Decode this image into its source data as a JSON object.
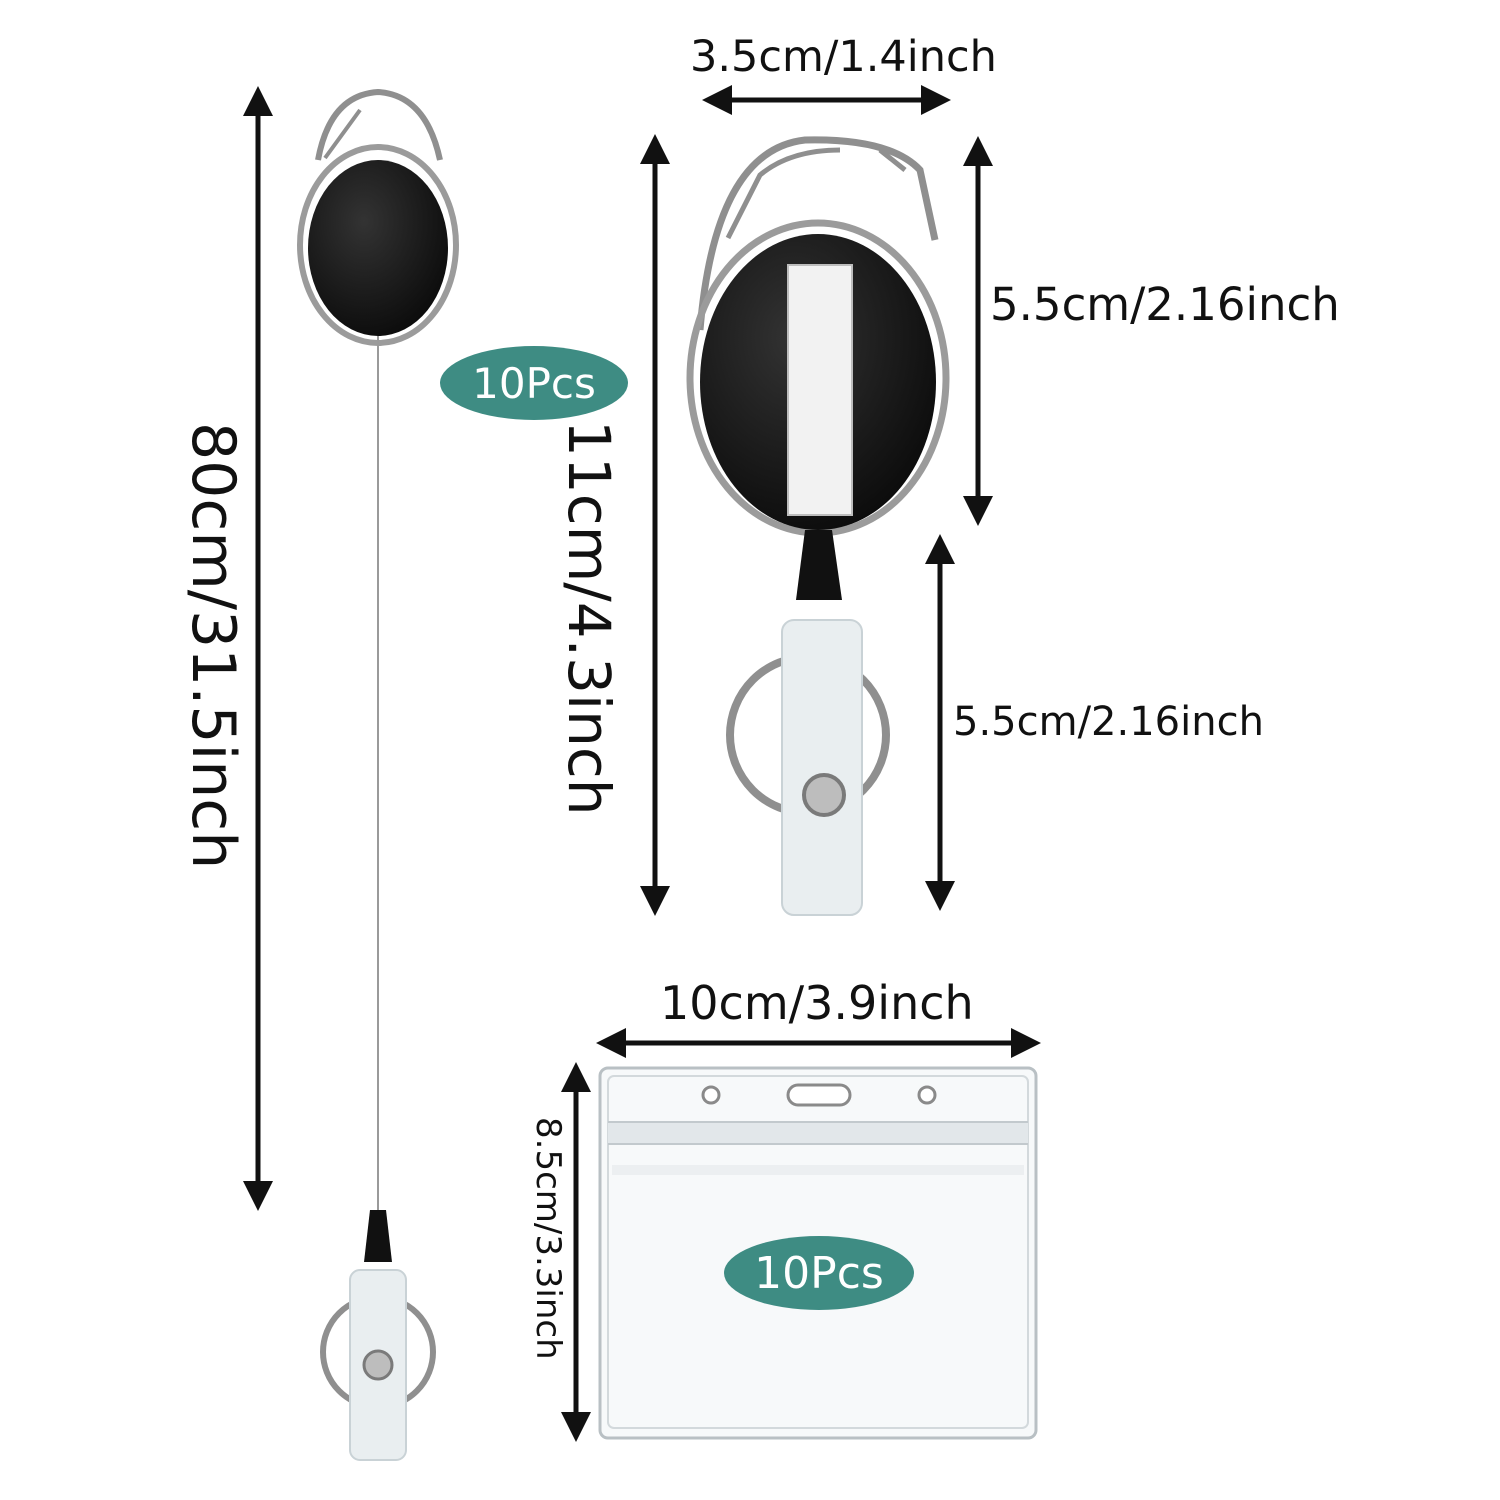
{
  "colors": {
    "badge_fill": "#3e8c83",
    "arrow": "#111111",
    "reel_body": "#141414",
    "metal": "#9a9a9a",
    "clear_plastic": "#e9eef0"
  },
  "reel_full": {
    "cord_length_label": "80cm/31.5inch"
  },
  "reel_closeup": {
    "badge_label": "10Pcs",
    "top_width_label": "3.5cm/1.4inch",
    "total_height_label": "11cm/4.3inch",
    "body_height_label": "5.5cm/2.16inch",
    "clip_height_label": "5.5cm/2.16inch"
  },
  "card_holder": {
    "width_label": "10cm/3.9inch",
    "height_label": "8.5cm/3.3inch",
    "badge_label": "10Pcs"
  },
  "icons": [
    "double-arrow-icon",
    "badge-reel-icon",
    "key-ring-icon",
    "carabiner-icon",
    "badge-holder-icon"
  ]
}
